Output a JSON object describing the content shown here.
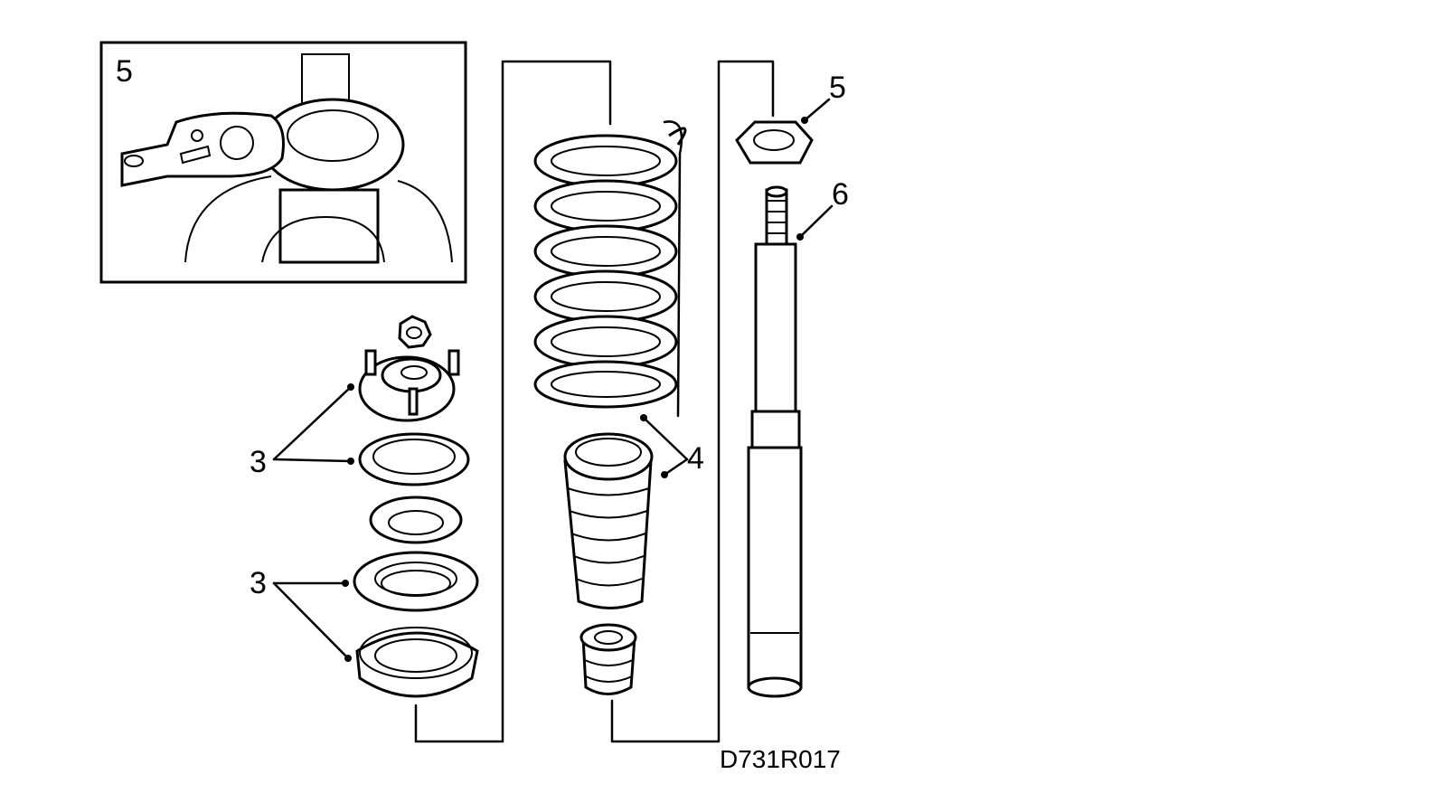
{
  "labels": {
    "inset": "5",
    "part3_upper": "3",
    "part3_lower": "3",
    "part4": "4",
    "part5": "5",
    "part6": "6"
  },
  "drawing_code": "D731R017"
}
